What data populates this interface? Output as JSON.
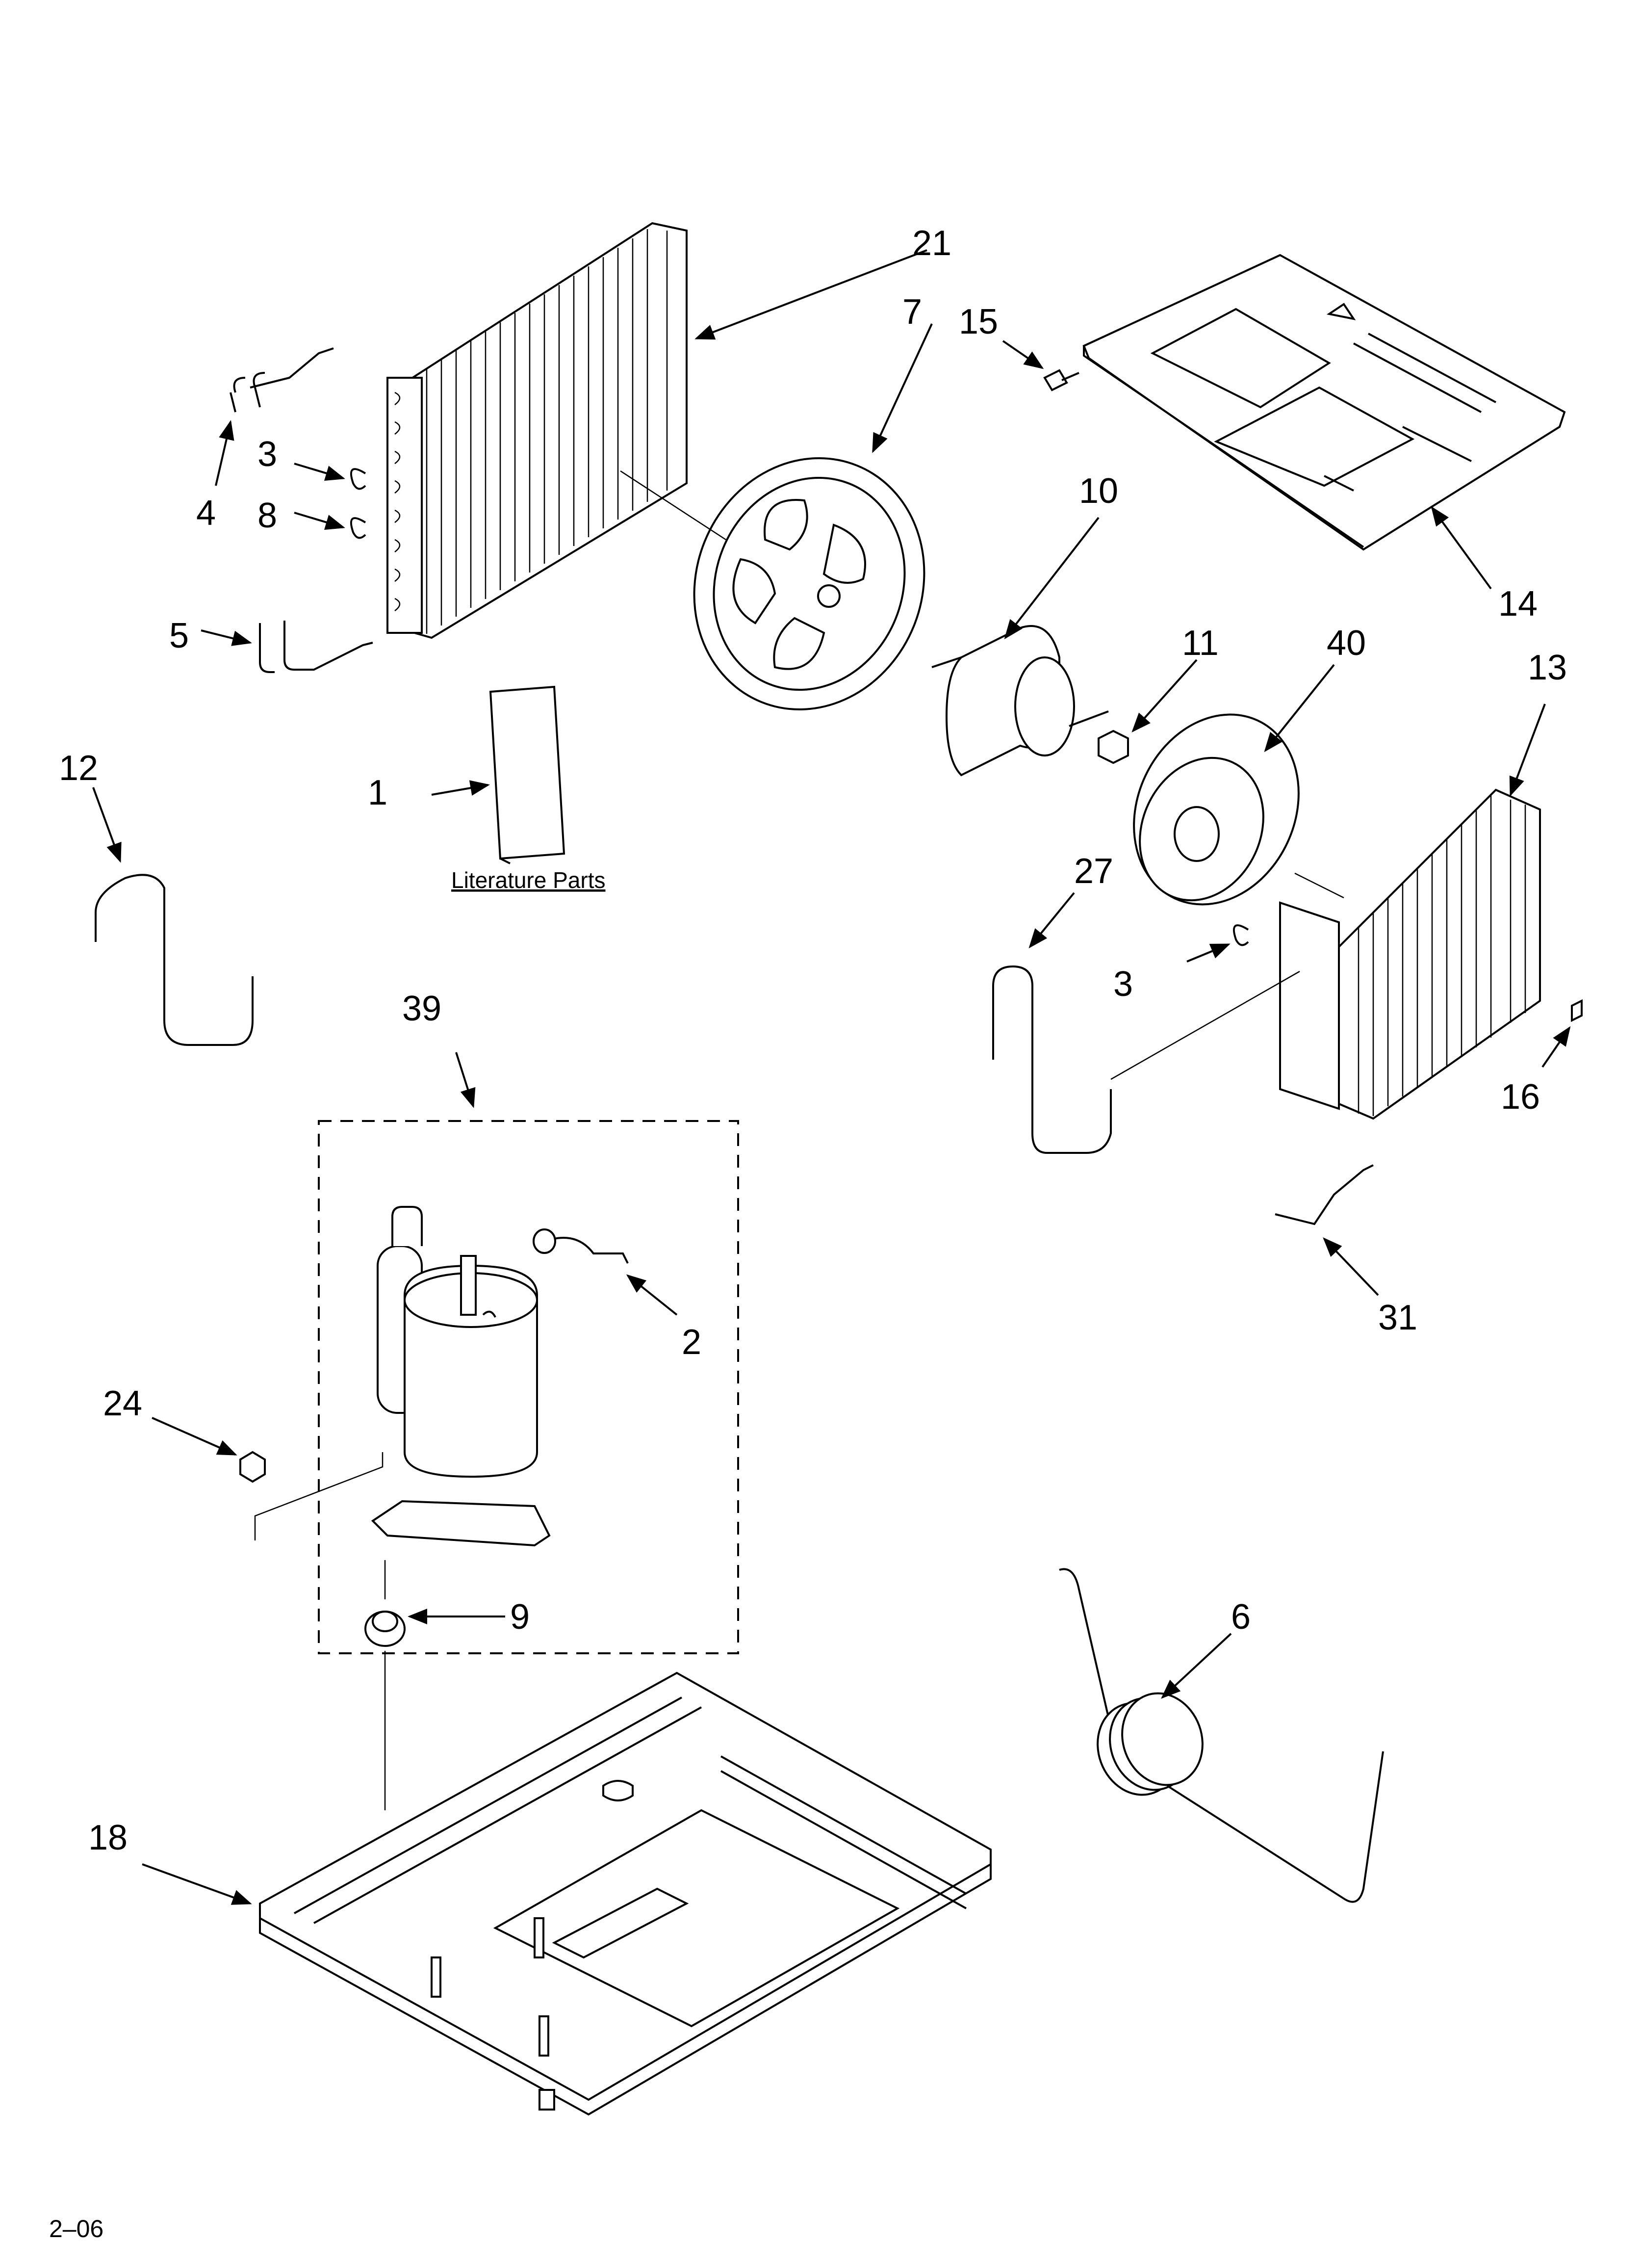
{
  "callouts": {
    "c21": "21",
    "c7": "7",
    "c15": "15",
    "c4": "4",
    "c3a": "3",
    "c8": "8",
    "c5": "5",
    "c10": "10",
    "c14": "14",
    "c11": "11",
    "c40": "40",
    "c13": "13",
    "c12": "12",
    "c1": "1",
    "c27": "27",
    "c3b": "3",
    "c16": "16",
    "c39": "39",
    "c2": "2",
    "c31": "31",
    "c24": "24",
    "c9": "9",
    "c6": "6",
    "c18": "18"
  },
  "literature_label": "Literature Parts",
  "footer_code": "2–06"
}
